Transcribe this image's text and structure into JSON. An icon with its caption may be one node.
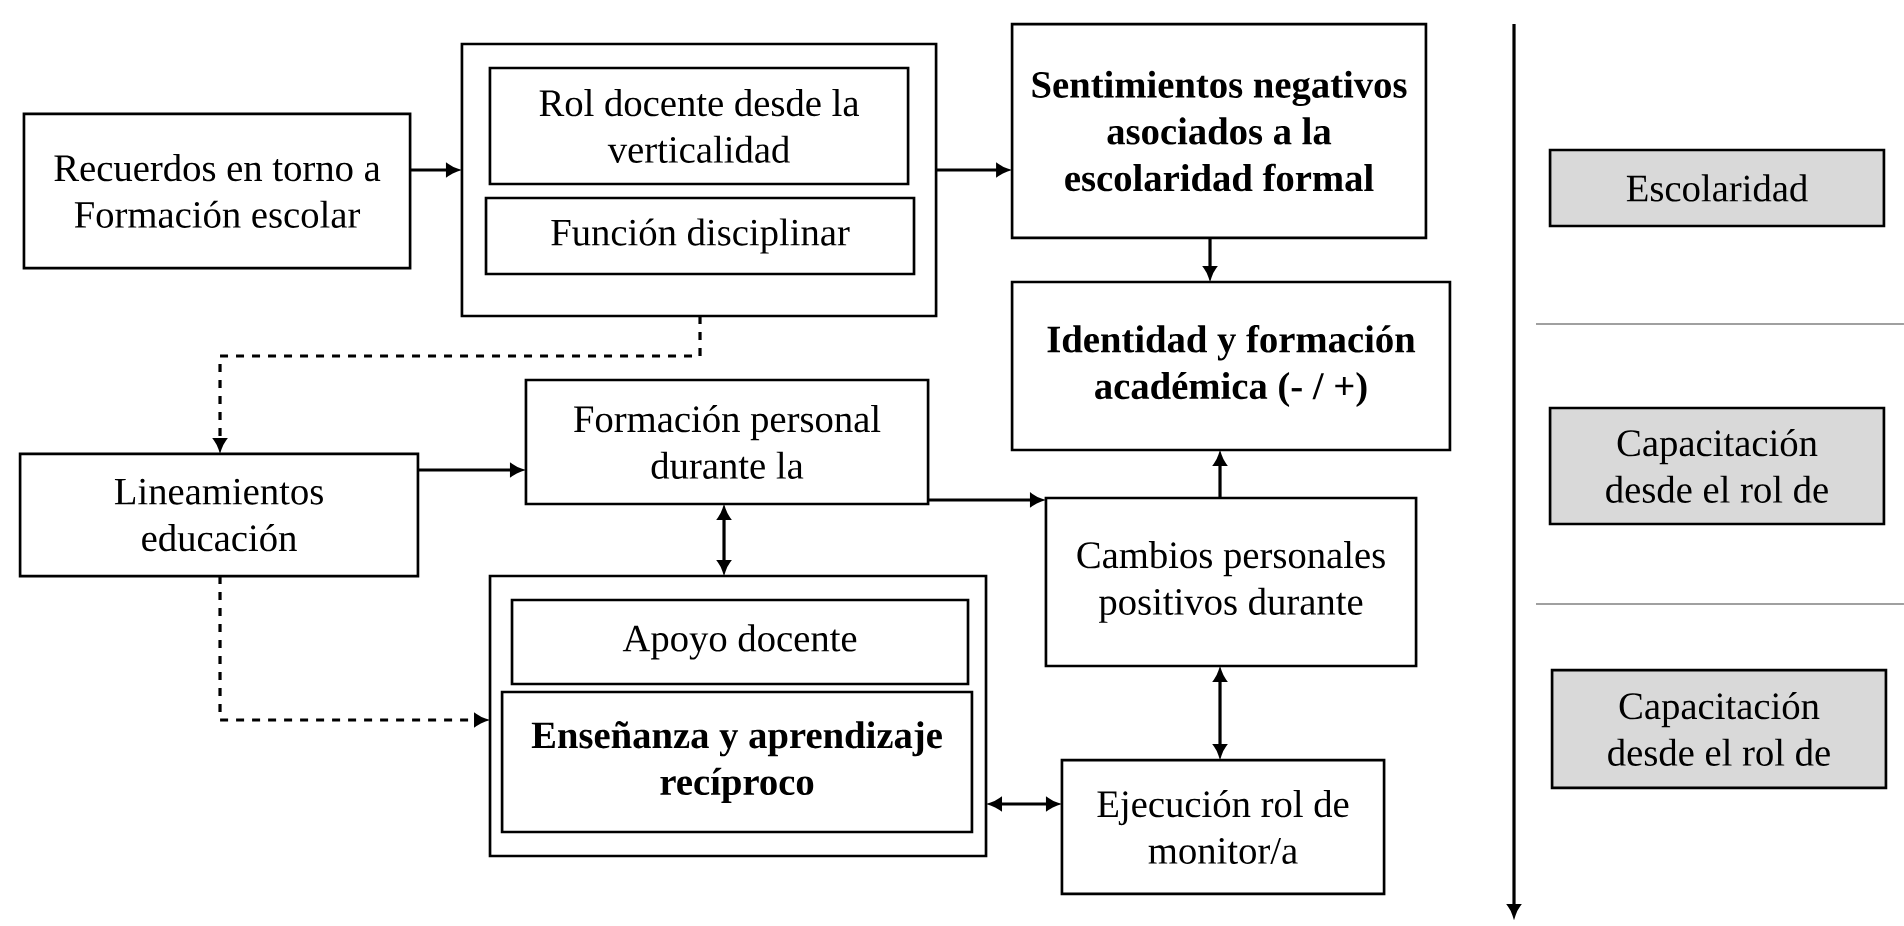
{
  "diagram": {
    "nodes": [
      {
        "text": [
          "Recuerdos en torno a Formación escolar"
        ]
      },
      {
        "text": [],
        "shape": "box"
      },
      {
        "text": [
          "Rol docente desde la verticalidad"
        ],
        "in": 1
      },
      {
        "text": [
          "Función disciplinar"
        ],
        "in": 1
      },
      {
        "text": [
          "Sentimientos negativos asociados a la escolaridad formal"
        ]
      },
      {
        "text": [
          "Identidad y formación académica (- / +)"
        ]
      },
      {
        "text": [
          "Lineamientos educación"
        ]
      },
      {
        "text": [
          "Formación personal durante la"
        ]
      },
      {
        "text": [
          "Cambios personales positivos durante"
        ]
      },
      {
        "text": [],
        "shape": "box"
      },
      {
        "text": [
          "Apoyo docente"
        ],
        "in": 9
      },
      {
        "text": [
          "Enseñanza y aprendizaje recíproco"
        ],
        "in": 9
      },
      {
        "text": [
          "Ejecución rol de monitor/a"
        ]
      },
      {
        "text": [
          "Escolaridad"
        ]
      },
      {
        "text": [
          "Capacitación desde el rol de"
        ]
      },
      {
        "text": [
          "Capacitación desde el rol de"
        ]
      }
    ],
    "edges": [
      {
        "from": 0,
        "to": 1,
        "arrow": "to"
      },
      {
        "from": 1,
        "to": 4,
        "arrow": "to"
      },
      {
        "from": 4,
        "to": 5,
        "arrow": "to"
      },
      {
        "from": 1,
        "to": 6,
        "arrow": "to",
        "style": "dashed"
      },
      {
        "from": 6,
        "to": 7,
        "arrow": "to"
      },
      {
        "from": 7,
        "to": 8,
        "arrow": "to"
      },
      {
        "from": 8,
        "to": 5,
        "arrow": "to"
      },
      {
        "from": 7,
        "to": 9,
        "arrow": "both"
      },
      {
        "from": 6,
        "to": 9,
        "arrow": "to",
        "style": "dashed"
      },
      {
        "from": 8,
        "to": 12,
        "arrow": "both"
      },
      {
        "from": 12,
        "to": 9,
        "arrow": "both"
      }
    ]
  }
}
